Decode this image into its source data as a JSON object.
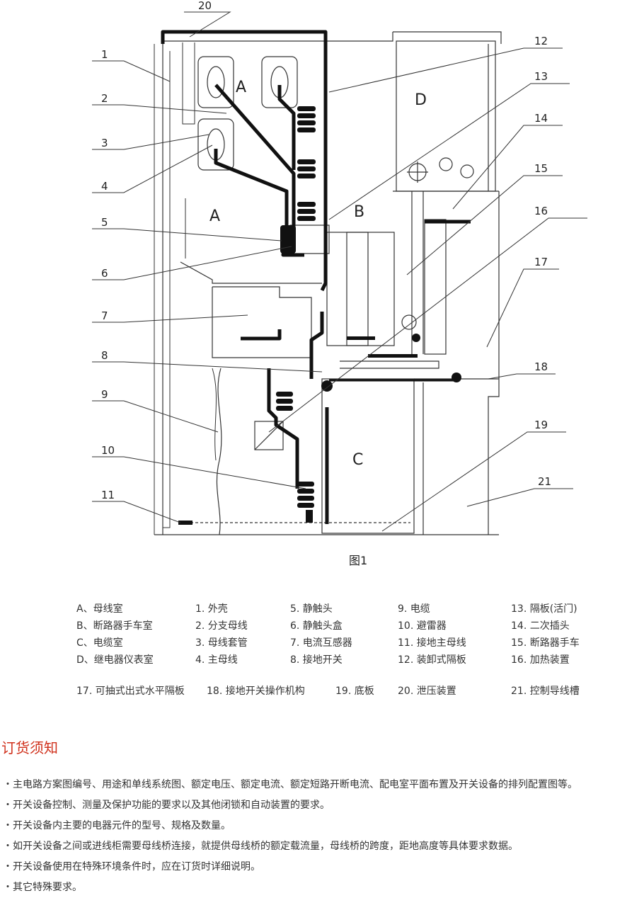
{
  "diagram": {
    "callouts": [
      "20",
      "1",
      "2",
      "3",
      "4",
      "5",
      "6",
      "7",
      "8",
      "9",
      "10",
      "11",
      "12",
      "13",
      "14",
      "15",
      "16",
      "17",
      "18",
      "19",
      "21"
    ],
    "zones": {
      "a_top": "A",
      "a_mid": "A",
      "b": "B",
      "c": "C",
      "d": "D"
    },
    "caption": "图1"
  },
  "legend": {
    "rows": [
      [
        "A、母线室",
        "1.  外壳",
        "5.  静触头",
        "9.  电缆",
        "13.  隔板(活门)"
      ],
      [
        "B、断路器手车室",
        "2.  分支母线",
        "6.  静触头盒",
        "10.  避雷器",
        "14.  二次插头"
      ],
      [
        "C、电缆室",
        "3.  母线套管",
        "7.  电流互感器",
        "11.  接地主母线",
        "15.  断路器手车"
      ],
      [
        "D、继电器仪表室",
        "4.  主母线",
        "8.  接地开关",
        "12.  装卸式隔板",
        "16.  加热装置"
      ]
    ],
    "last_row": [
      "17.  可抽式出式水平隔板",
      "18.  接地开关操作机构",
      "19.  底板",
      "20.  泄压装置",
      "21.  控制导线槽"
    ]
  },
  "ordering": {
    "title": "订货须知",
    "items": [
      "・主电路方案图编号、用途和单线系统图、额定电压、额定电流、额定短路开断电流、配电室平面布置及开关设备的排列配置图等。",
      "・开关设备控制、测量及保护功能的要求以及其他闭锁和自动装置的要求。",
      "・开关设备内主要的电器元件的型号、规格及数量。",
      "・如开关设备之间或进线柜需要母线桥连接，就提供母线桥的额定载流量，母线桥的跨度，距地高度等具体要求数据。",
      "・开关设备使用在特殊环境条件时，应在订货时详细说明。",
      "・其它特殊要求。"
    ]
  }
}
